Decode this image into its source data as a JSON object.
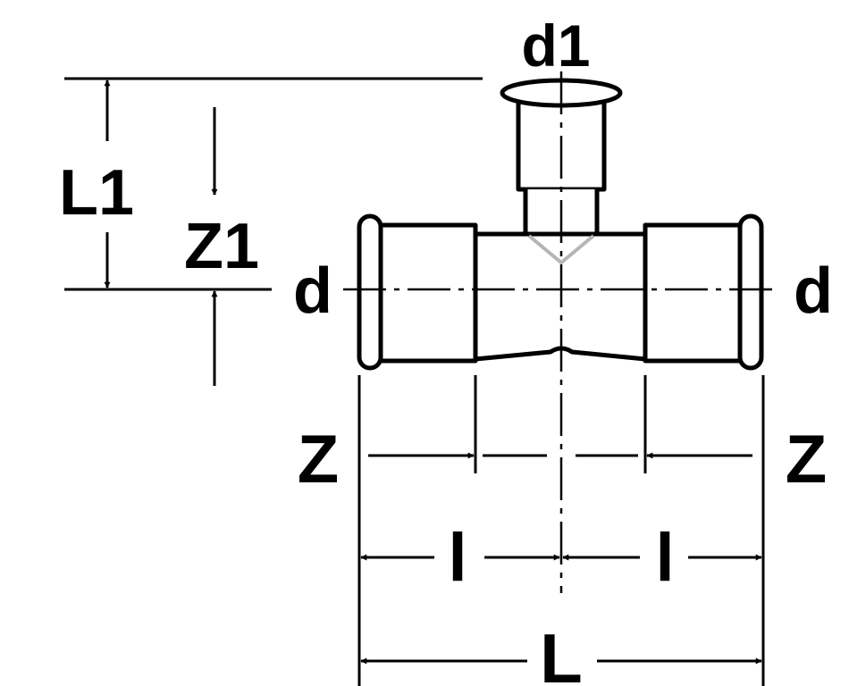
{
  "labels": {
    "d1": "d1",
    "d_left": "d",
    "d_right": "d",
    "L1": "L1",
    "Z1": "Z1",
    "Z_left": "Z",
    "Z_right": "Z",
    "l_left": "l",
    "l_right": "l",
    "L": "L"
  },
  "colors": {
    "line": "#000000",
    "background": "#ffffff"
  }
}
